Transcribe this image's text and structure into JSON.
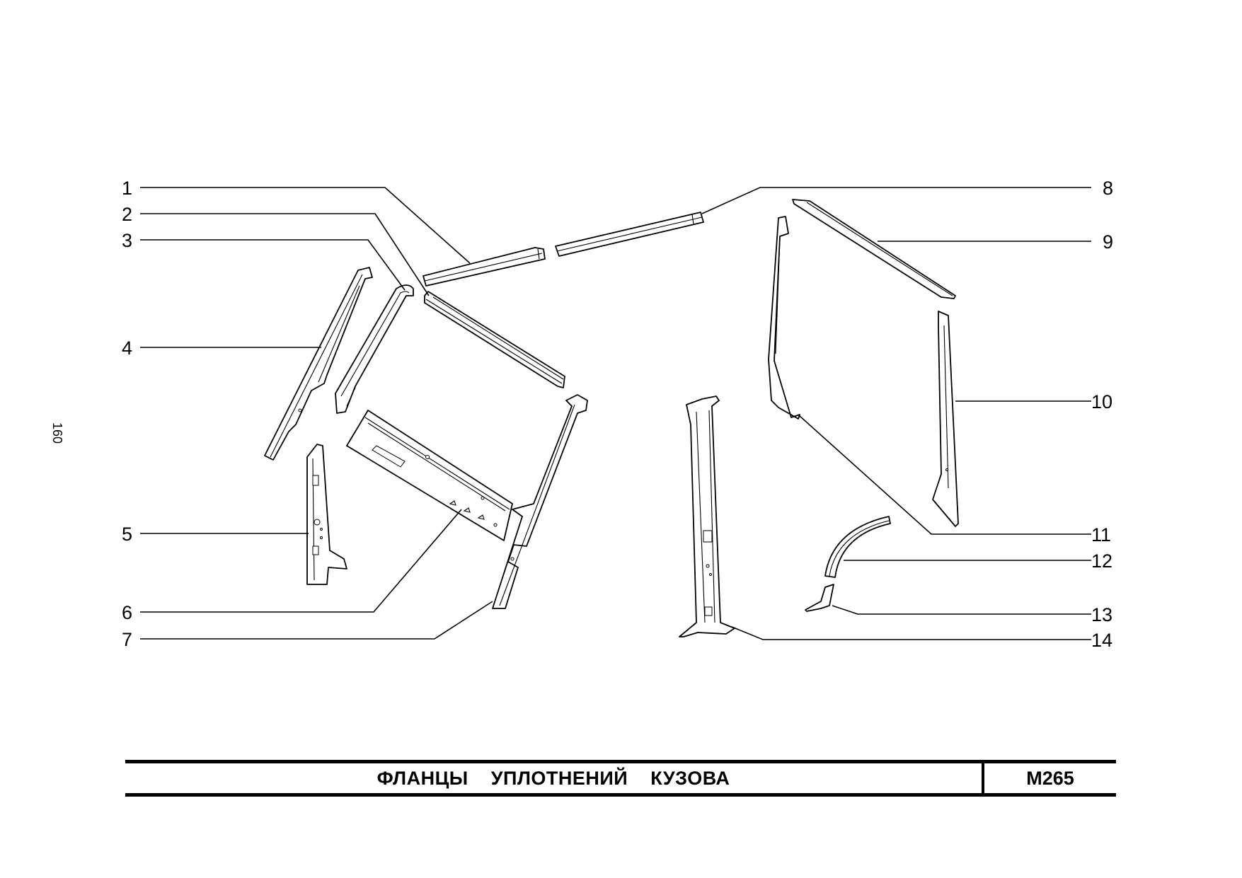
{
  "page_number": "160",
  "title": "ФЛАНЦЫ   УПЛОТНЕНИЙ   КУЗОВА",
  "code": "M265",
  "callouts": [
    {
      "label": "1"
    },
    {
      "label": "2"
    },
    {
      "label": "3"
    },
    {
      "label": "4"
    },
    {
      "label": "5"
    },
    {
      "label": "6"
    },
    {
      "label": "7"
    },
    {
      "label": "8"
    },
    {
      "label": "9"
    },
    {
      "label": "10"
    },
    {
      "label": "11"
    },
    {
      "label": "12"
    },
    {
      "label": "13"
    },
    {
      "label": "14"
    }
  ]
}
